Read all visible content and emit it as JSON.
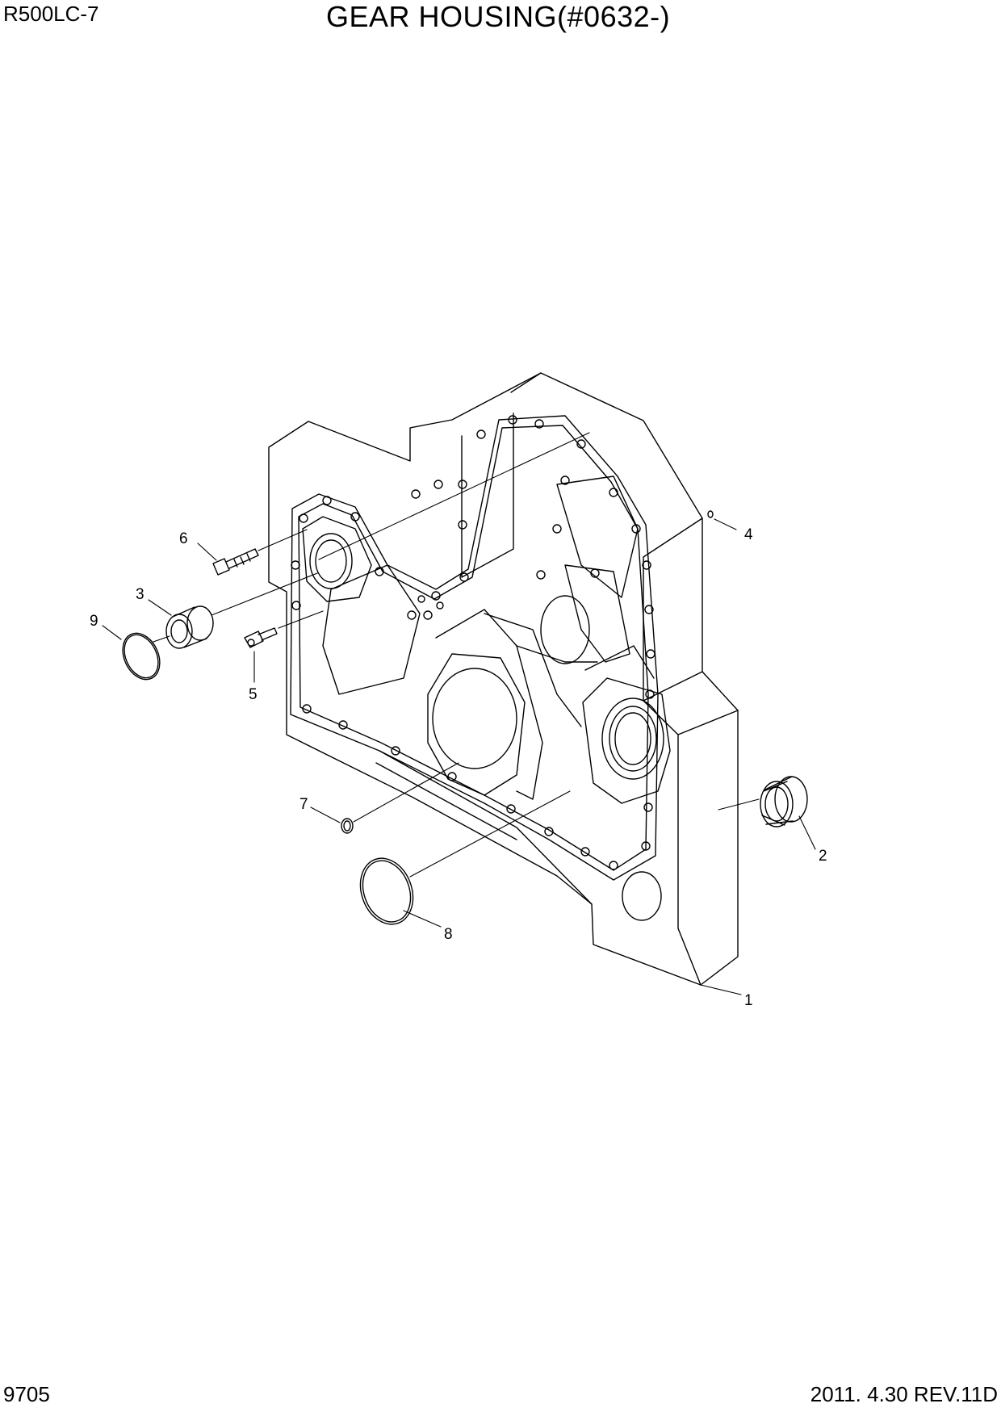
{
  "header": {
    "model": "R500LC-7",
    "title": "GEAR HOUSING(#0632-)"
  },
  "footer": {
    "page_number": "9705",
    "revision": "2011. 4.30  REV.11D"
  },
  "callouts": [
    {
      "id": "1",
      "label": "1",
      "part": "gear-housing"
    },
    {
      "id": "2",
      "label": "2",
      "part": "seal-right"
    },
    {
      "id": "3",
      "label": "3",
      "part": "seal-left"
    },
    {
      "id": "4",
      "label": "4",
      "part": "pin"
    },
    {
      "id": "5",
      "label": "5",
      "part": "plug-bolt"
    },
    {
      "id": "6",
      "label": "6",
      "part": "bolt"
    },
    {
      "id": "7",
      "label": "7",
      "part": "small-o-ring"
    },
    {
      "id": "8",
      "label": "8",
      "part": "large-o-ring"
    },
    {
      "id": "9",
      "label": "9",
      "part": "o-ring-left"
    }
  ]
}
